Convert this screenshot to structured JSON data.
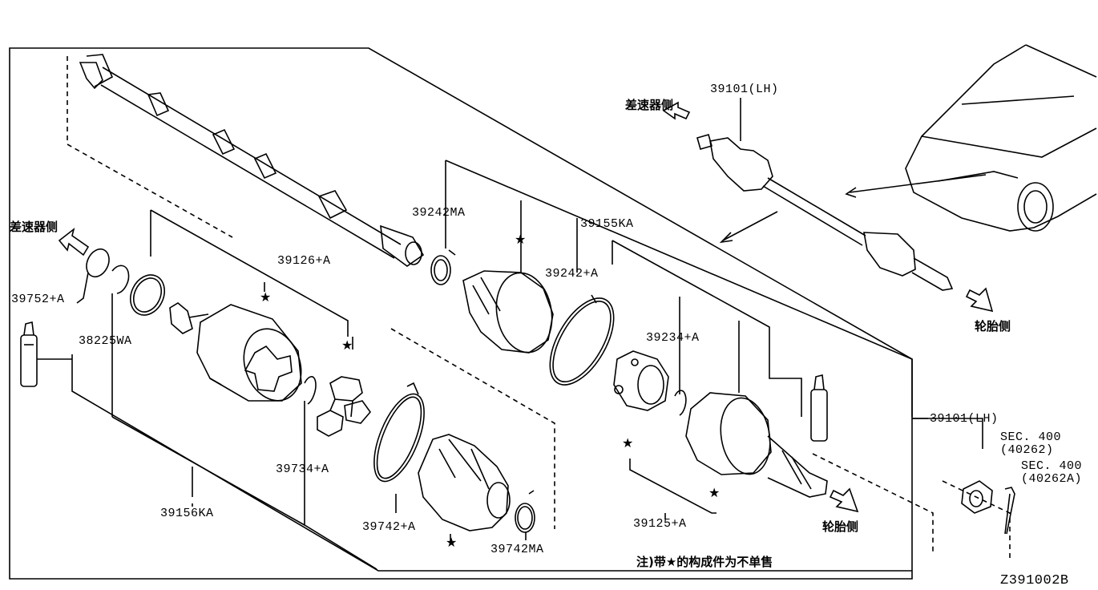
{
  "labels": {
    "p39101_lh_top": "39101(LH)",
    "p39101_lh_right": "39101(LH)",
    "p39242ma": "39242MA",
    "p39155ka": "39155KA",
    "p39242a": "39242+A",
    "p39126a": "39126+A",
    "p39234a": "39234+A",
    "p39752a": "39752+A",
    "p38225wa": "38225WA",
    "p39734a": "39734+A",
    "p39156ka": "39156KA",
    "p39742a": "39742+A",
    "p39742ma": "39742MA",
    "p39125a": "39125+A",
    "sec400_a": "SEC. 400",
    "sec400_a_ref": "(40262)",
    "sec400_b": "SEC. 400",
    "sec400_b_ref": "(40262A)"
  },
  "directions": {
    "diff_side_top": "差速器侧",
    "diff_side_left": "差速器侧",
    "wheel_side_top": "轮胎侧",
    "wheel_side_bottom": "轮胎侧"
  },
  "note": "注)带★的构成件为不单售",
  "diagram_code": "Z391002B",
  "star_symbol": "★"
}
